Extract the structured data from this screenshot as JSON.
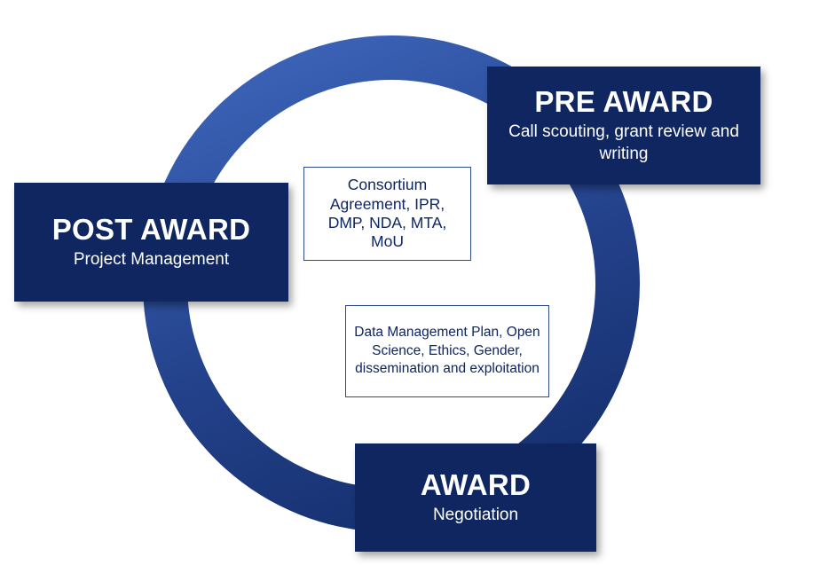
{
  "colors": {
    "box_fill": "#0f2660",
    "ring_light": "#3a61b5",
    "ring_dark": "#16306f",
    "note_text": "#0f2660",
    "note_border": "#2c4a8c"
  },
  "stages": {
    "pre_award": {
      "title": "PRE AWARD",
      "subtitle": "Call scouting, grant review and writing"
    },
    "post_award": {
      "title": "POST AWARD",
      "subtitle": "Project Management"
    },
    "award": {
      "title": "AWARD",
      "subtitle": "Negotiation"
    }
  },
  "notes": {
    "agreements": "Consortium Agreement, IPR, DMP, NDA, MTA, MoU",
    "dmp": "Data Management Plan, Open Science, Ethics, Gender, dissemination and exploitation"
  }
}
